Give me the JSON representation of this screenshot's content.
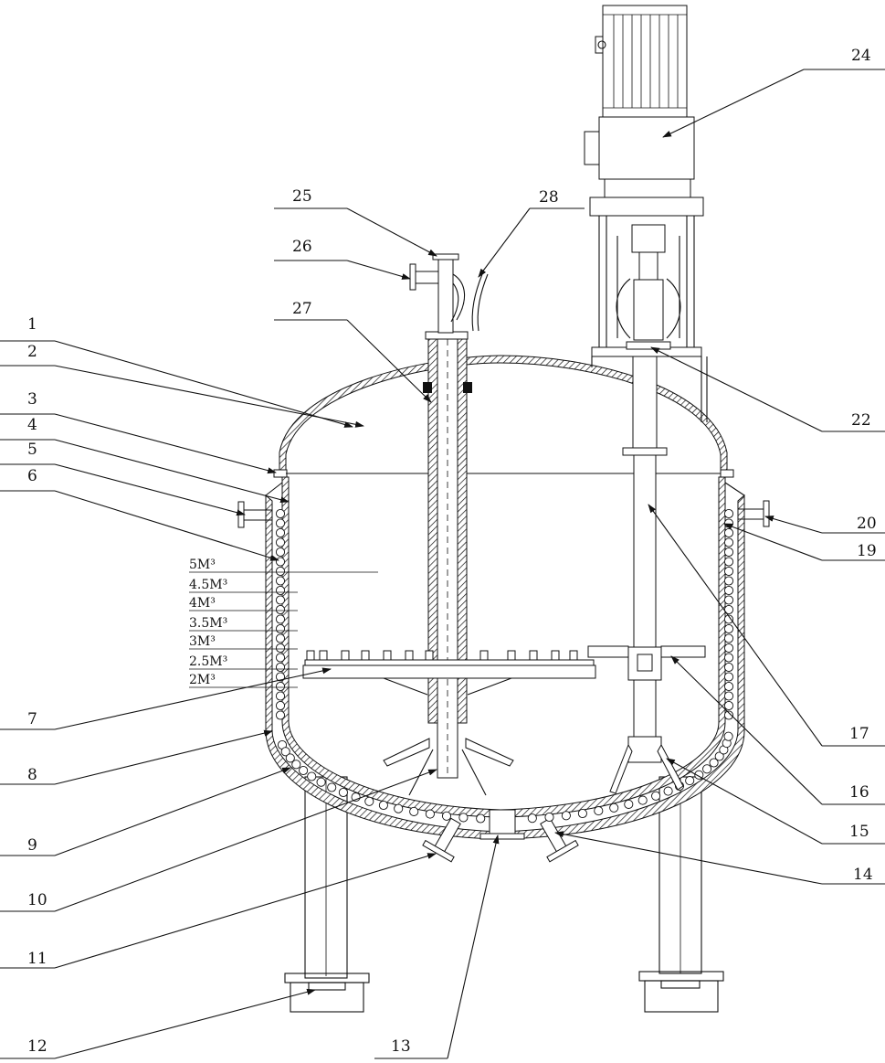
{
  "labels": [
    {
      "id": "1",
      "text": "1"
    },
    {
      "id": "2",
      "text": "2"
    },
    {
      "id": "3",
      "text": "3"
    },
    {
      "id": "4",
      "text": "4"
    },
    {
      "id": "5",
      "text": "5"
    },
    {
      "id": "6",
      "text": "6"
    },
    {
      "id": "7",
      "text": "7"
    },
    {
      "id": "8",
      "text": "8"
    },
    {
      "id": "9",
      "text": "9"
    },
    {
      "id": "10",
      "text": "10"
    },
    {
      "id": "11",
      "text": "11"
    },
    {
      "id": "12",
      "text": "12"
    },
    {
      "id": "13",
      "text": "13"
    },
    {
      "id": "14",
      "text": "14"
    },
    {
      "id": "15",
      "text": "15"
    },
    {
      "id": "16",
      "text": "16"
    },
    {
      "id": "17",
      "text": "17"
    },
    {
      "id": "19",
      "text": "19"
    },
    {
      "id": "20",
      "text": "20"
    },
    {
      "id": "22",
      "text": "22"
    },
    {
      "id": "24",
      "text": "24"
    },
    {
      "id": "25",
      "text": "25"
    },
    {
      "id": "26",
      "text": "26"
    },
    {
      "id": "27",
      "text": "27"
    },
    {
      "id": "28",
      "text": "28"
    }
  ],
  "volume_marks": [
    {
      "text": "5M³"
    },
    {
      "text": "4.5M³"
    },
    {
      "text": "4M³"
    },
    {
      "text": "3.5M³"
    },
    {
      "text": "3M³"
    },
    {
      "text": "2.5M³"
    },
    {
      "text": "2M³"
    }
  ]
}
